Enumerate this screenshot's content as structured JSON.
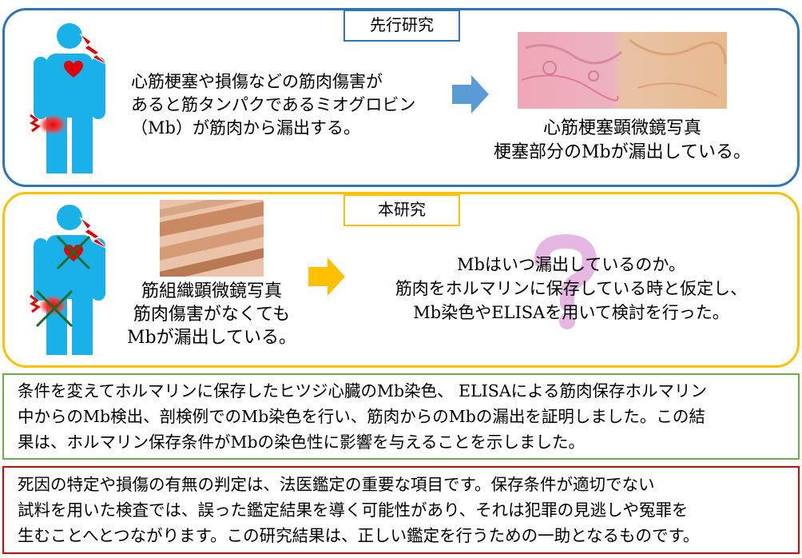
{
  "prior_study": {
    "tag": "先行研究",
    "description": "心筋梗塞や損傷などの筋肉傷害が\nあると筋タンパクであるミオグロビン\n（Mb）が筋肉から漏出する。",
    "micrograph_caption": "心筋梗塞顕微鏡写真\n梗塞部分のMbが漏出している。"
  },
  "current_study": {
    "tag": "本研究",
    "micrograph_caption": "筋組織顕微鏡写真\n筋肉傷害がなくても\nMbが漏出している。",
    "question": "Mbはいつ漏出しているのか。\n筋肉をホルマリンに保存している時と仮定し、\nMb染色やELISAを用いて検討を行った。"
  },
  "results": {
    "text": "条件を変えてホルマリンに保存したヒツジ心臓のMb染色、 ELISAによる筋肉保存ホルマリン\n中からのMb検出、剖検例でのMb染色を行い、筋肉からのMbの漏出を証明しました。この結\n果は、ホルマリン保存条件がMbの染色性に影響を与えることを示しました。"
  },
  "significance": {
    "text": "死因の特定や損傷の有無の判定は、法医鑑定の重要な項目です。保存条件が適切でない\n試料を用いた検査では、誤った鑑定結果を導く可能性があり、それは犯罪の見逃しや冤罪を\n生むことへとつながります。この研究結果は、正しい鑑定を行うための一助となるものです。"
  },
  "colors": {
    "prior_border": "#2e75b6",
    "current_border": "#ffc000",
    "results_border": "#70ad47",
    "significance_border": "#e00000",
    "person_figure": "#1ab0e8",
    "arrow_blue": "#5b9bd5",
    "arrow_orange": "#ffc000"
  },
  "icons": [
    "person-figure-icon",
    "heart-icon",
    "lightning-icon",
    "injury-glow-icon",
    "right-arrow-icon",
    "cross-mark-icon",
    "question-mark-icon"
  ]
}
